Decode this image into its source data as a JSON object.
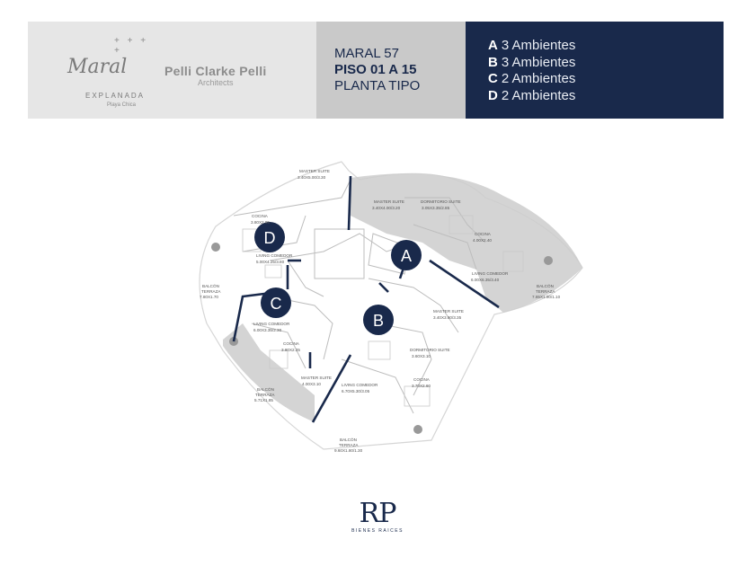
{
  "brand": {
    "maral_logo": "Maral",
    "maral_sub": "EXPLANADA",
    "maral_location": "Playa Chica",
    "architect": "Pelli Clarke Pelli",
    "architect_sub": "Architects",
    "stars": "+ + + +"
  },
  "building": {
    "name": "MARAL 57",
    "floors": "PISO 01 A 15",
    "plan_type": "PLANTA TIPO"
  },
  "units": [
    {
      "letter": "A",
      "desc": "3 Ambientes"
    },
    {
      "letter": "B",
      "desc": "3 Ambientes"
    },
    {
      "letter": "C",
      "desc": "2 Ambientes"
    },
    {
      "letter": "D",
      "desc": "2 Ambientes"
    }
  ],
  "plan_labels": {
    "master_suite_top": "MASTER SUITE",
    "master_suite_top_dim": "3.40X5.00/3.30",
    "d_cocina": "COCINA",
    "d_cocina_dim": "3.80X2.95",
    "d_living": "LIVING COMEDOR",
    "d_living_dim": "5.00X4.25/3.80",
    "balcon_left": "BALCÓN",
    "terraza_left": "TERRAZA",
    "balcon_left_dim": "7.80X1.70",
    "a_master": "MASTER SUITE",
    "a_master_dim": "3.40X4.00/3.20",
    "a_dorm": "DORMITORIO SUITE",
    "a_dorm_dim": "3.05X3.35/2.85",
    "a_cocina": "COCINA",
    "a_cocina_dim": "4.00X2.40",
    "a_living": "LIVING COMEDOR",
    "a_living_dim": "6.00X6.35/3.40",
    "balcon_right": "BALCÓN",
    "terraza_right": "TERRAZA",
    "balcon_right_dim": "7.65X1.90/1.10",
    "c_living": "LIVING COMEDOR",
    "c_living_dim": "6.00X3.35/2.30",
    "c_cocina": "COCINA",
    "c_cocina_dim": "3.80X2.25",
    "c_master": "MASTER SUITE",
    "c_master_dim": "4.00X3.10",
    "balcon_c": "BALCÓN",
    "terraza_c": "TERRAZA",
    "balcon_c_dim": "5.71X1.85",
    "b_master": "MASTER SUITE",
    "b_master_dim": "3.40X3.80/3.35",
    "b_dorm": "DORMITORIO SUITE",
    "b_dorm_dim": "3.60X3.10",
    "b_cocina": "COCINA",
    "b_cocina_dim": "3.70X2.60",
    "b_living": "LIVING COMEDOR",
    "b_living_dim": "6.70X5.30/3.05",
    "balcon_bottom": "BALCÓN",
    "terraza_bottom": "TERRAZA",
    "balcon_bottom_dim": "9.60X1.80/1.30"
  },
  "footer": {
    "logo": "RP",
    "logo_sub": "BIENES RAICES"
  },
  "colors": {
    "navy": "#19294b",
    "header_light": "#e6e6e6",
    "header_mid": "#c9c9c9",
    "balcony_gray": "#cccccc"
  }
}
